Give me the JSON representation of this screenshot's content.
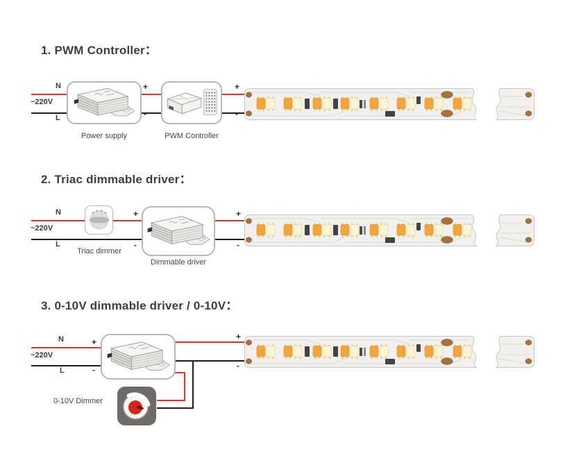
{
  "page": {
    "background": "#ffffff"
  },
  "shared_labels": {
    "neutral": "N",
    "live": "L",
    "mains_voltage": "~220V",
    "plus": "+",
    "minus": "-"
  },
  "colors": {
    "wire_live_red": "#e0342b",
    "wire_neutral_black": "#1f1f1f",
    "title_text": "#3e3e3e",
    "label_text": "#454545",
    "box_border": "#b8b7b5",
    "strip_pcb": "#f1f0ee",
    "strip_border": "#c8c7c5",
    "led_warm": "#f2a53a",
    "led_cool": "#f8f5d4",
    "resistor_dark": "#434345",
    "solder_pad_brown": "#a5713c",
    "dimmer_body_gray": "#6f6b69",
    "dimmer_knob_red": "#d6241c"
  },
  "sections": [
    {
      "title": "1. PWM Controller：",
      "components": {
        "power_supply_label": "Power supply",
        "pwm_controller_label": "PWM Controller"
      }
    },
    {
      "title": "2. Triac dimmable driver：",
      "components": {
        "triac_dimmer_label": "Triac dimmer",
        "dimmable_driver_label": "Dimmable driver"
      }
    },
    {
      "title": "3. 0-10V dimmable driver / 0-10V：",
      "components": {
        "dimmer_label": "0-10V Dimmer"
      }
    }
  ]
}
